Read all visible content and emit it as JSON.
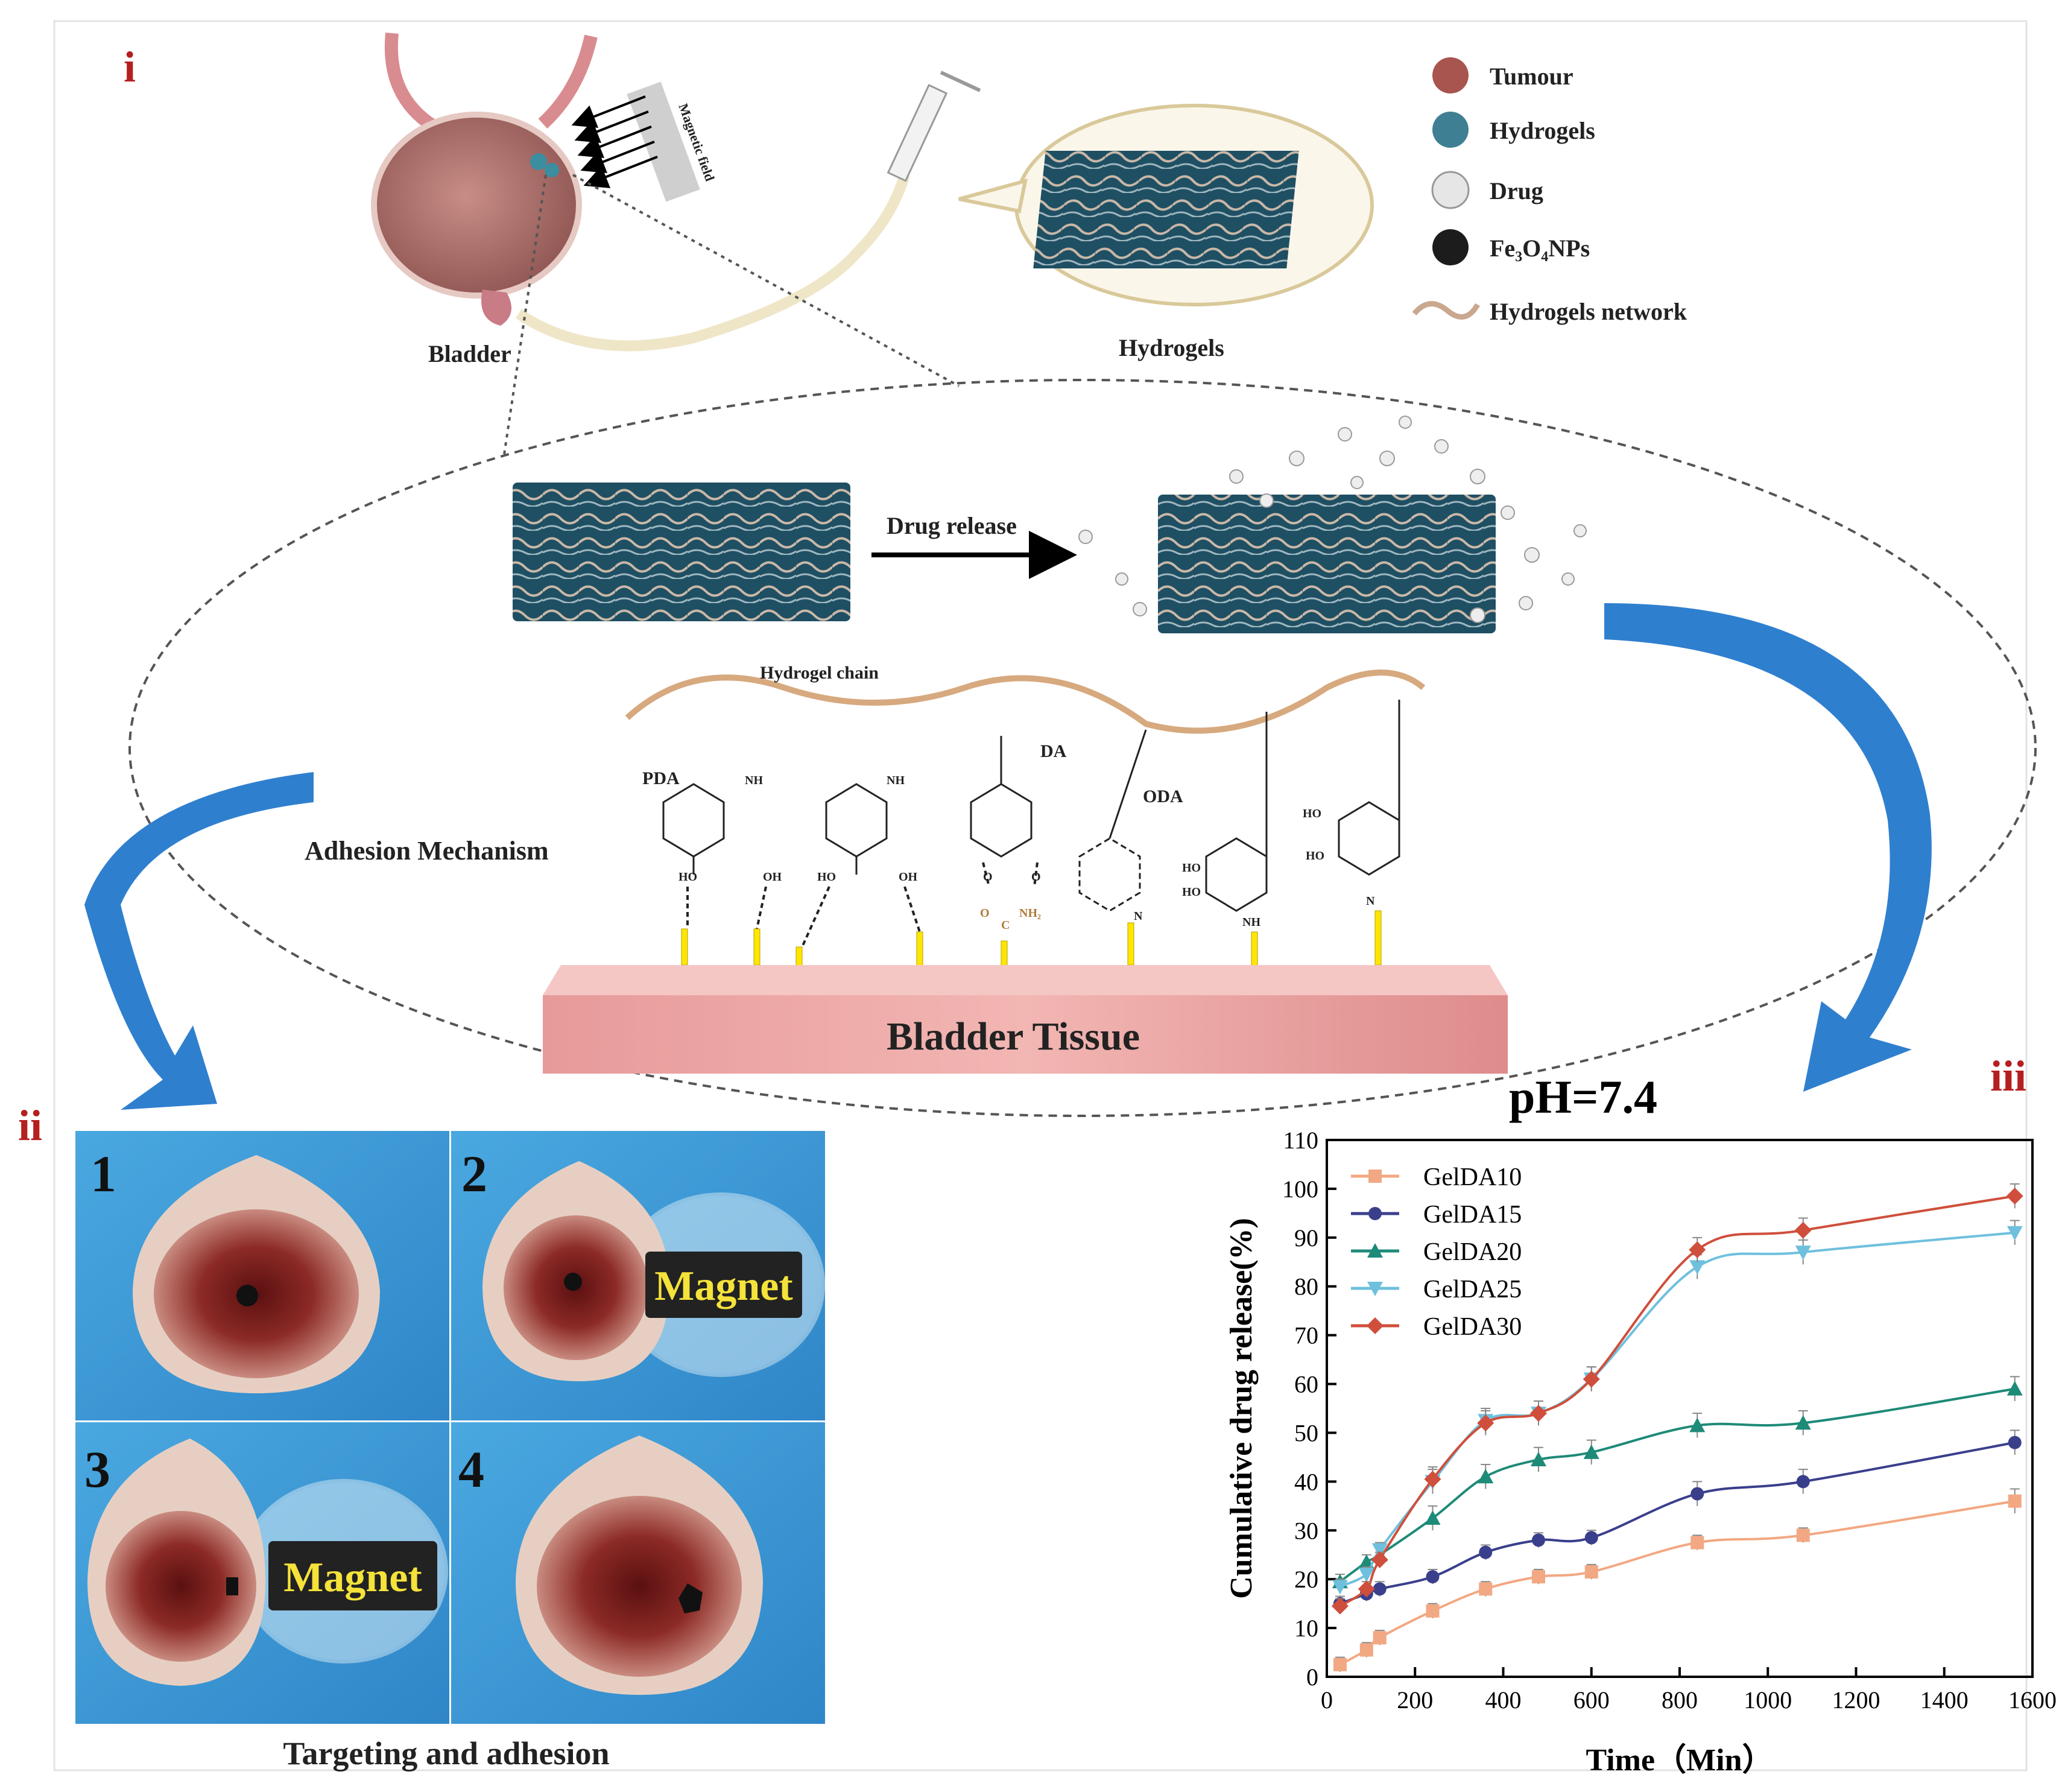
{
  "panel_labels": {
    "i": "i",
    "ii": "ii",
    "iii": "iii"
  },
  "panel_i": {
    "bladder_label": "Bladder",
    "hydrogels_label": "Hydrogels",
    "magnetic_field_label": "Magnetic field",
    "drug_release_label": "Drug release",
    "hydrogel_chain_label": "Hydrogel chain",
    "adhesion_label": "Adhesion Mechanism",
    "tissue_label": "Bladder Tissue",
    "chem": {
      "pda": "PDA",
      "da": "DA",
      "oda": "ODA",
      "nh": "NH",
      "oh": "OH",
      "ho": "HO",
      "h": "H",
      "o": "O",
      "n": "N",
      "c": "C",
      "nh2": "NH₂"
    },
    "legend": [
      {
        "label": "Tumour",
        "color": "#a8544f"
      },
      {
        "label": "Hydrogels",
        "color": "#3f7f93"
      },
      {
        "label": "Drug",
        "color": "#e6e6e6"
      },
      {
        "label": "Fe₃O₄NPs",
        "color": "#1c1c1c"
      },
      {
        "label": "Hydrogels network",
        "color": "#c9a88f"
      }
    ]
  },
  "panel_ii": {
    "caption": "Targeting and adhesion",
    "photos": [
      {
        "number": "1",
        "magnet": ""
      },
      {
        "number": "2",
        "magnet": "Magnet"
      },
      {
        "number": "3",
        "magnet": "Magnet"
      },
      {
        "number": "4",
        "magnet": ""
      }
    ]
  },
  "chart_data": {
    "type": "line",
    "title": "pH=7.4",
    "xlabel": "Time（Min）",
    "ylabel": "Cumulative drug release(%)",
    "xlim": [
      0,
      1600
    ],
    "ylim": [
      0,
      110
    ],
    "xticks": [
      0,
      200,
      400,
      600,
      800,
      1000,
      1200,
      1400,
      1600
    ],
    "yticks": [
      0,
      10,
      20,
      30,
      40,
      50,
      60,
      70,
      80,
      90,
      100,
      110
    ],
    "x": [
      30,
      90,
      120,
      240,
      360,
      480,
      600,
      840,
      1080,
      1560
    ],
    "legend_position": "top-left",
    "grid": false,
    "series": [
      {
        "name": "GelDA10",
        "color": "#f2a882",
        "marker": "square",
        "values": [
          2.5,
          5.5,
          8,
          13.5,
          18,
          20.5,
          21.5,
          27.5,
          29,
          36
        ]
      },
      {
        "name": "GelDA15",
        "color": "#3a3f8c",
        "marker": "circle",
        "values": [
          15,
          17,
          18,
          20.5,
          25.5,
          28,
          28.5,
          37.5,
          40,
          48
        ]
      },
      {
        "name": "GelDA20",
        "color": "#1e8a78",
        "marker": "triangle-up",
        "values": [
          19.5,
          23.5,
          25,
          32.5,
          41,
          44.5,
          46,
          51.5,
          52,
          59
        ]
      },
      {
        "name": "GelDA25",
        "color": "#6fc0dd",
        "marker": "triangle-down",
        "values": [
          18.5,
          21,
          26,
          40,
          52.5,
          54,
          61,
          84,
          87,
          91
        ]
      },
      {
        "name": "GelDA30",
        "color": "#cf4f3c",
        "marker": "diamond",
        "values": [
          14.5,
          18,
          24,
          40.5,
          52,
          54,
          61,
          87.5,
          91.5,
          98.5
        ]
      }
    ]
  }
}
